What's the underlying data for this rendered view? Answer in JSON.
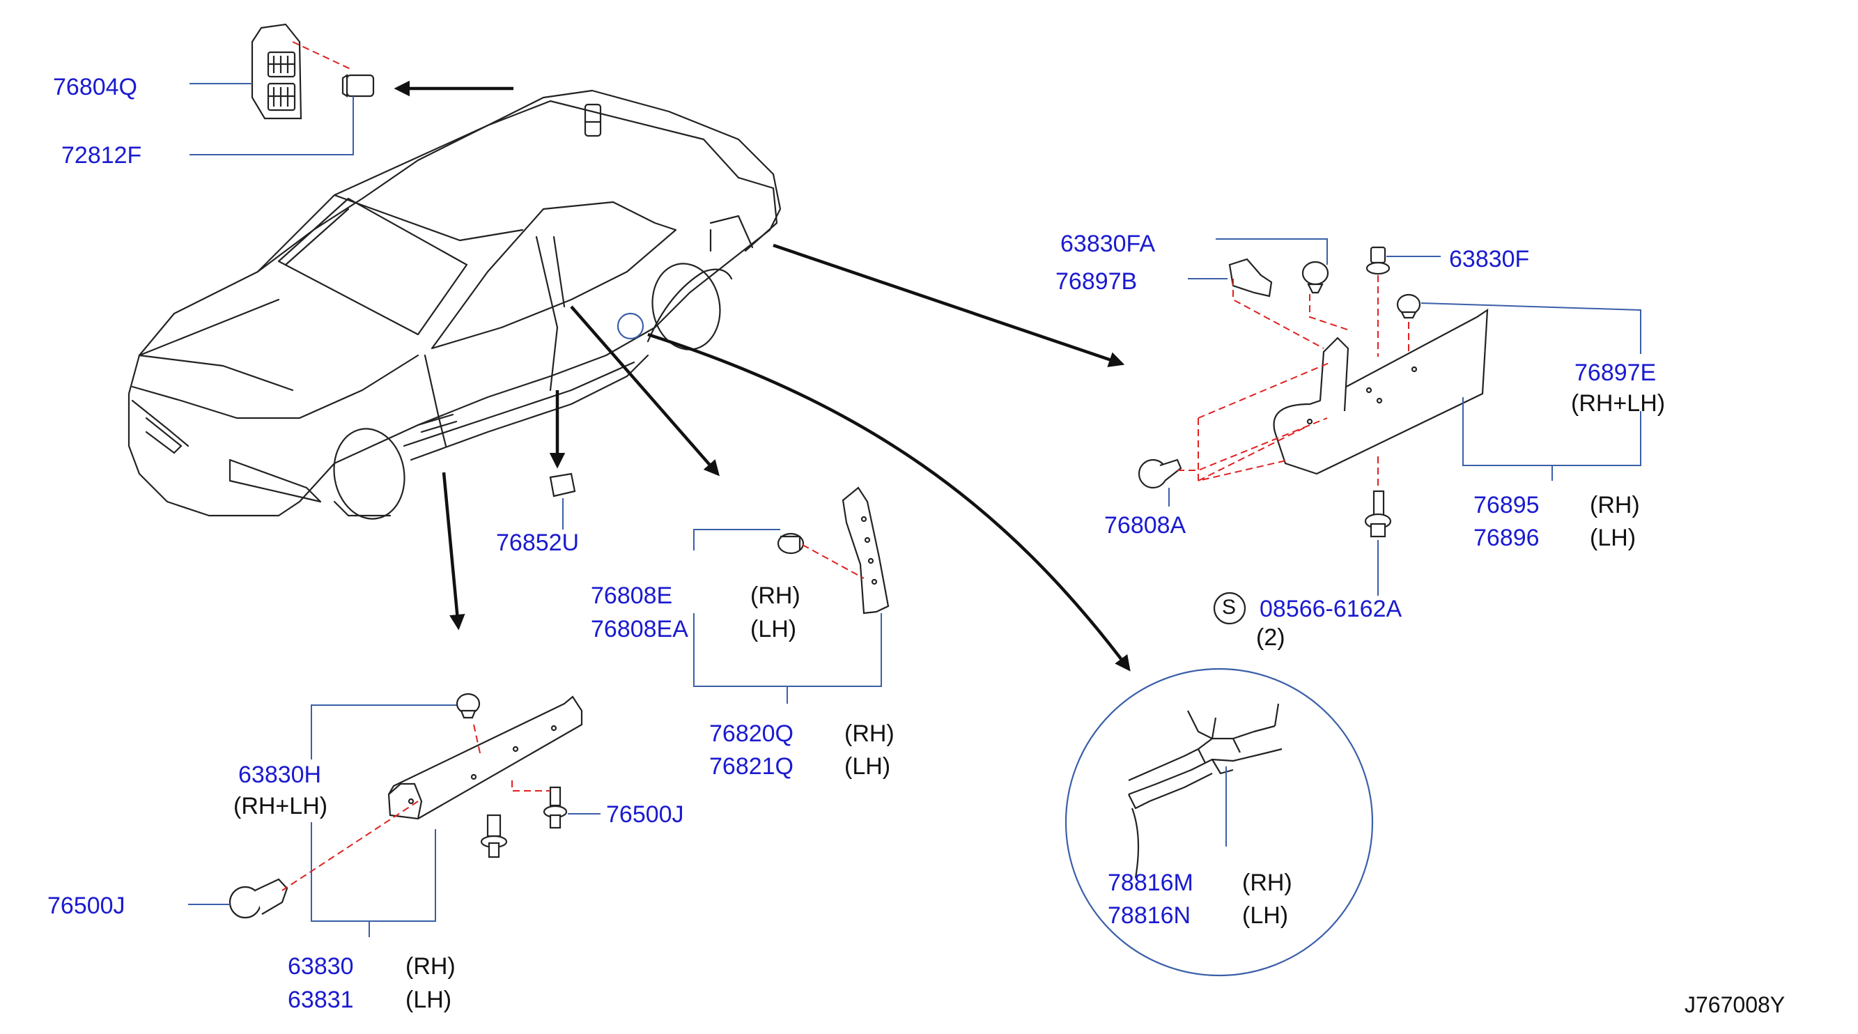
{
  "diagram": {
    "reference_code": "J767008Y",
    "colors": {
      "part_number": "#1a1ad0",
      "leader": "#3a5fa8",
      "drawing": "#222222",
      "dash": "#e02020",
      "text": "#111111"
    },
    "callouts": [
      {
        "id": "c76804q",
        "part": "76804Q"
      },
      {
        "id": "c72812f",
        "part": "72812F"
      },
      {
        "id": "c76852u",
        "part": "76852U"
      },
      {
        "id": "c76808e",
        "part": "76808E",
        "side": "(RH)"
      },
      {
        "id": "c76808ea",
        "part": "76808EA",
        "side": "(LH)"
      },
      {
        "id": "c76820q",
        "part": "76820Q",
        "side": "(RH)"
      },
      {
        "id": "c76821q",
        "part": "76821Q",
        "side": "(LH)"
      },
      {
        "id": "c63830h",
        "part": "63830H",
        "side": "(RH+LH)"
      },
      {
        "id": "c76500j_a",
        "part": "76500J"
      },
      {
        "id": "c76500j_b",
        "part": "76500J"
      },
      {
        "id": "c63830",
        "part": "63830",
        "side": "(RH)"
      },
      {
        "id": "c63831",
        "part": "63831",
        "side": "(LH)"
      },
      {
        "id": "c63830fa",
        "part": "63830FA"
      },
      {
        "id": "c76897b",
        "part": "76897B"
      },
      {
        "id": "c63830f",
        "part": "63830F"
      },
      {
        "id": "c76897e",
        "part": "76897E",
        "side": "(RH+LH)"
      },
      {
        "id": "c76808a",
        "part": "76808A"
      },
      {
        "id": "c76895",
        "part": "76895",
        "side": "(RH)"
      },
      {
        "id": "c76896",
        "part": "76896",
        "side": "(LH)"
      },
      {
        "id": "c08566",
        "part": "08566-6162A",
        "qty": "(2)",
        "symbol": "S"
      },
      {
        "id": "c78816m",
        "part": "78816M",
        "side": "(RH)"
      },
      {
        "id": "c78816n",
        "part": "78816N",
        "side": "(LH)"
      }
    ]
  }
}
